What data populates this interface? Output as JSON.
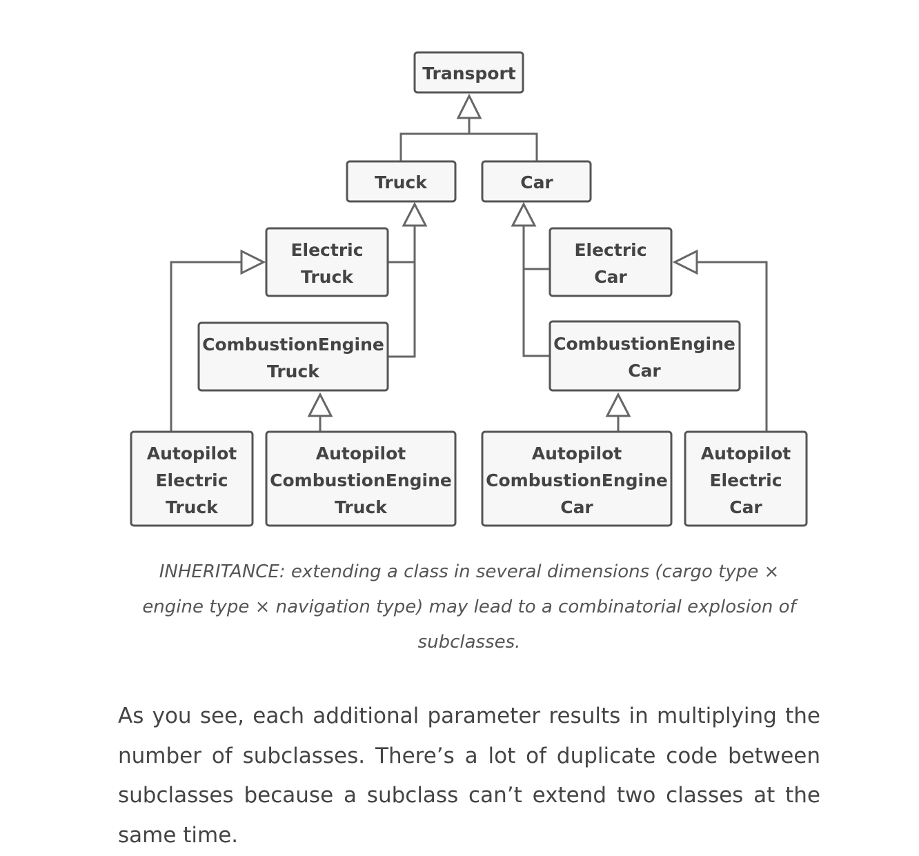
{
  "diagram": {
    "classes": {
      "transport": [
        "Transport"
      ],
      "truck": [
        "Truck"
      ],
      "car": [
        "Car"
      ],
      "electric_truck": [
        "Electric",
        "Truck"
      ],
      "combustion_engine_truck": [
        "CombustionEngine",
        "Truck"
      ],
      "electric_car": [
        "Electric",
        "Car"
      ],
      "combustion_engine_car": [
        "CombustionEngine",
        "Car"
      ],
      "autopilot_electric_truck": [
        "Autopilot",
        "Electric",
        "Truck"
      ],
      "autopilot_combustion_engine_truck": [
        "Autopilot",
        "CombustionEngine",
        "Truck"
      ],
      "autopilot_combustion_engine_car": [
        "Autopilot",
        "CombustionEngine",
        "Car"
      ],
      "autopilot_electric_car": [
        "Autopilot",
        "Electric",
        "Car"
      ]
    }
  },
  "caption": "INHERITANCE: extending a class in several dimensions (cargo type × engine type × navigation type) may lead to a combinatorial explosion of subclasses.",
  "paragraph": "As you see, each additional parameter results in multiply­ing the number of subclasses. There’s a lot of duplicate code between subclasses because a subclass can’t extend two class­es at the same time."
}
